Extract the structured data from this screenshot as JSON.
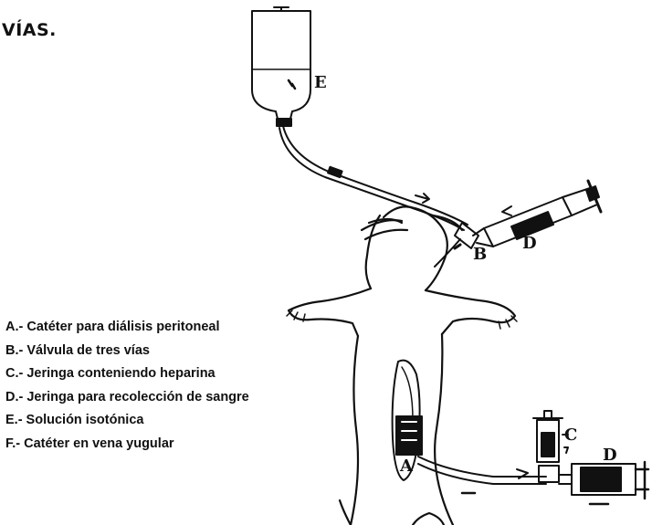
{
  "heading": "VÍAS.",
  "callouts": {
    "A": "A",
    "B": "B",
    "C": "C",
    "D_top": "D",
    "D_bottom": "D",
    "E": "E"
  },
  "legend": [
    {
      "text": "A.-  Catéter para diálisis peritoneal"
    },
    {
      "text": "B.- Válvula de tres vías"
    },
    {
      "text": "C.- Jeringa conteniendo heparina"
    },
    {
      "text": "D.- Jeringa para recolección de sangre"
    },
    {
      "text": "E.- Solución isotónica"
    },
    {
      "text": "F.- Catéter en vena yugular"
    }
  ],
  "colors": {
    "ink": "#111111",
    "paper": "#ffffff"
  }
}
